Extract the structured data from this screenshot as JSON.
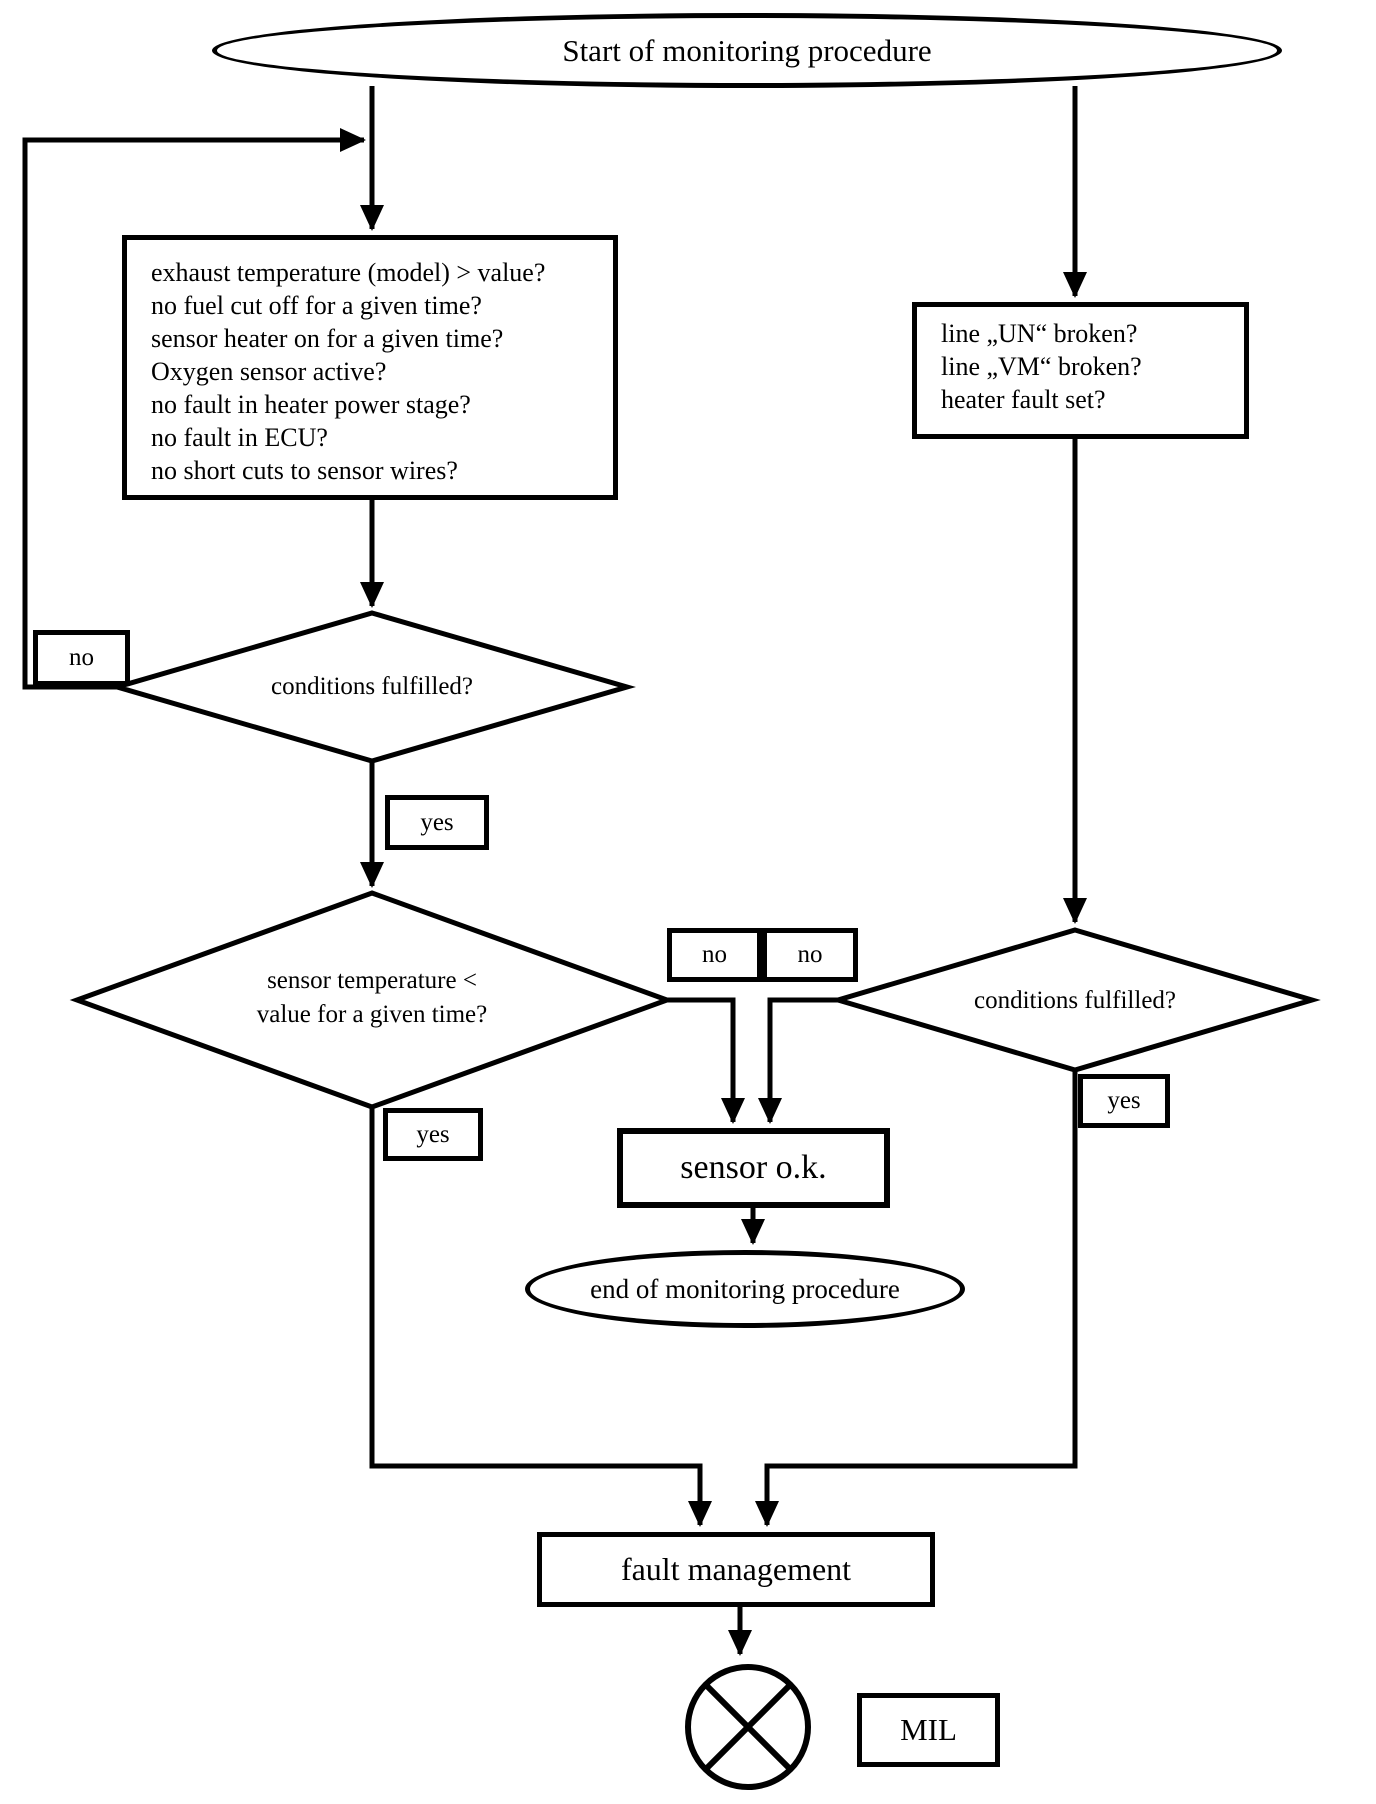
{
  "nodes": {
    "start": {
      "label": "Start of monitoring procedure"
    },
    "entry_conditions": {
      "lines": [
        "exhaust temperature (model) > value?",
        "no fuel cut off for a given time?",
        "sensor heater on for a given time?",
        "Oxygen sensor active?",
        "no fault in heater power stage?",
        "no fault in ECU?",
        "no short cuts to sensor wires?"
      ]
    },
    "line_conditions": {
      "lines": [
        "line „UN“ broken?",
        "line „VM“ broken?",
        "heater fault set?"
      ]
    },
    "decision_conditions_left": {
      "label": "conditions fulfilled?"
    },
    "decision_sensor_temp": {
      "line1": "sensor temperature <",
      "line2": "value for a given time?"
    },
    "decision_conditions_right": {
      "label": "conditions fulfilled?"
    },
    "sensor_ok": {
      "label": "sensor o.k."
    },
    "end": {
      "label": "end of monitoring procedure"
    },
    "fault_management": {
      "label": "fault management"
    },
    "mil": {
      "label": "MIL"
    }
  },
  "edge_labels": {
    "no_left": "no",
    "yes_left": "yes",
    "no_mid_left": "no",
    "no_mid_right": "no",
    "yes_right": "yes",
    "yes_bottom_left": "yes"
  },
  "colors": {
    "line": "#000000",
    "background": "#ffffff"
  }
}
